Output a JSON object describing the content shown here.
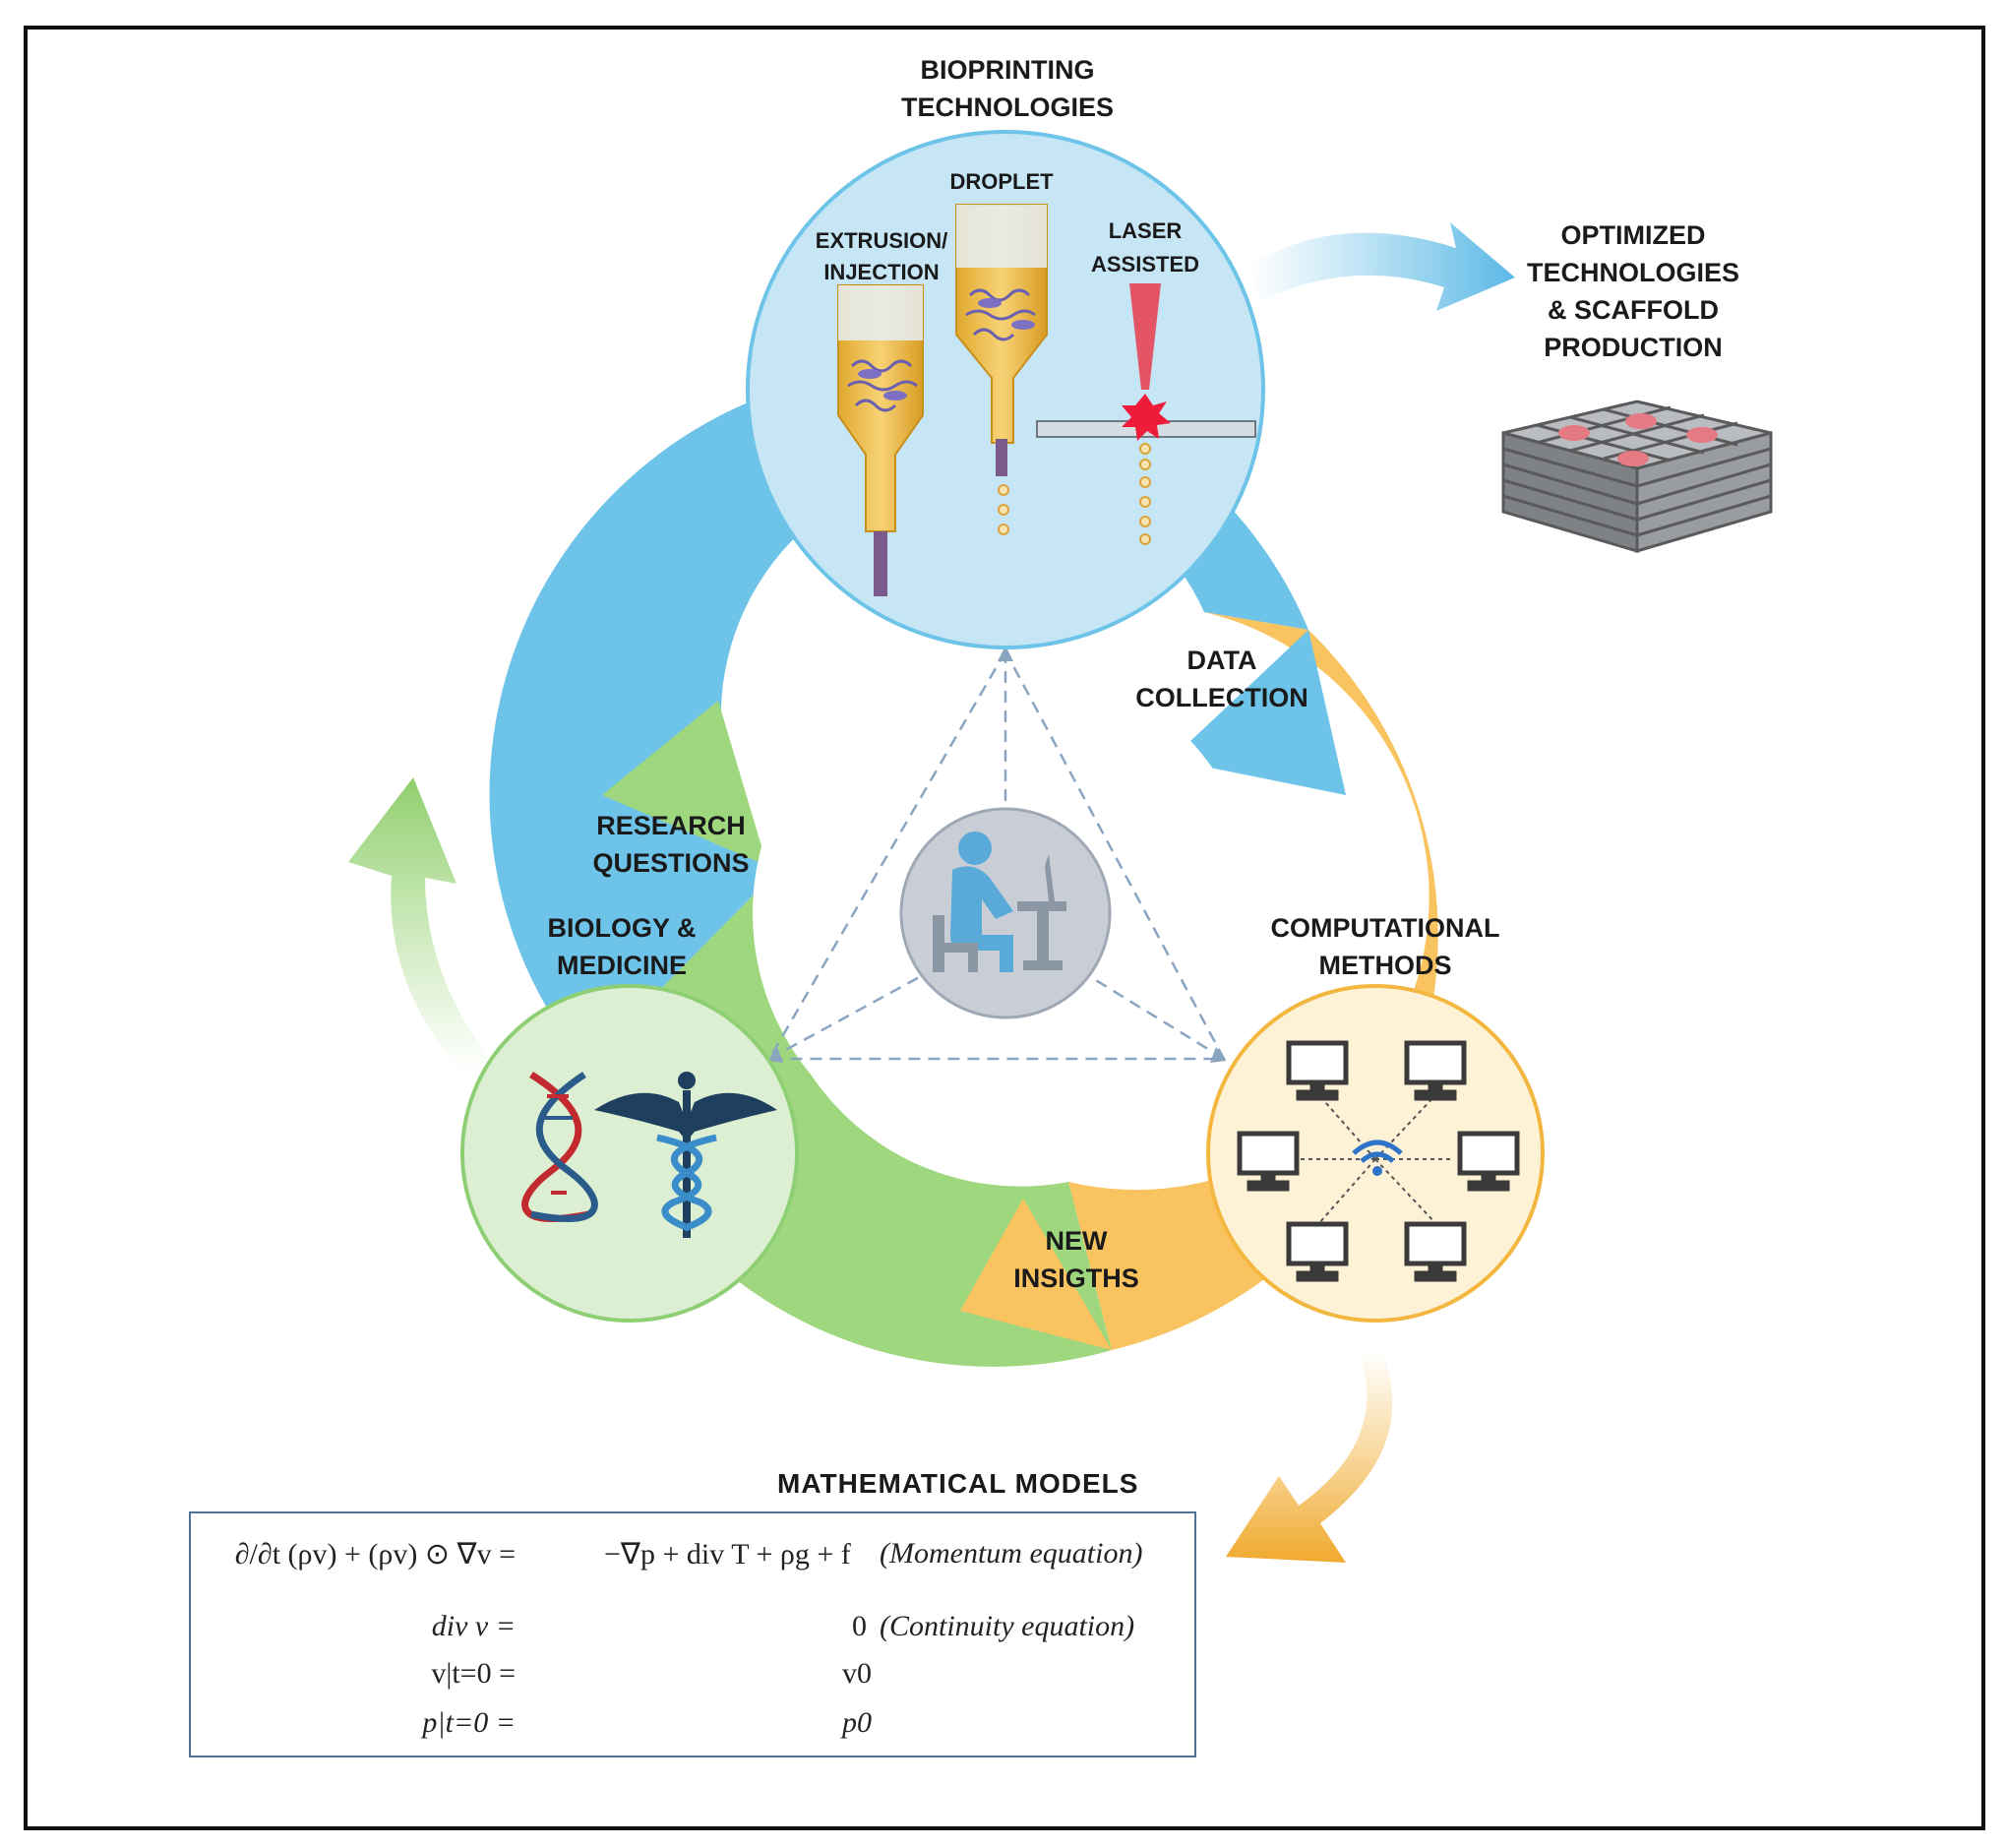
{
  "diagram": {
    "bioprinting": {
      "title_line1": "BIOPRINTING",
      "title_line2": "TECHNOLOGIES",
      "extrusion_line1": "EXTRUSION/",
      "extrusion_line2": "INJECTION",
      "droplet": "DROPLET",
      "laser_line1": "LASER",
      "laser_line2": "ASSISTED"
    },
    "optimized": {
      "line1": "OPTIMIZED",
      "line2": "TECHNOLOGIES",
      "line3": "& SCAFFOLD",
      "line4": "PRODUCTION"
    },
    "data_collection": {
      "line1": "DATA",
      "line2": "COLLECTION"
    },
    "research_questions": {
      "line1": "RESEARCH",
      "line2": "QUESTIONS"
    },
    "biology": {
      "line1": "BIOLOGY &",
      "line2": "MEDICINE"
    },
    "computational": {
      "line1": "COMPUTATIONAL",
      "line2": "METHODS"
    },
    "new_insights": {
      "line1": "NEW",
      "line2": "INSIGTHS"
    },
    "colors": {
      "blue": "#6ec3e8",
      "green": "#9ed77d",
      "orange": "#f9c35f",
      "blue_circle": "#c6e6f6",
      "green_circle": "#dcefd3",
      "orange_circle": "#fdf2d6"
    }
  },
  "math_models": {
    "title": "MATHEMATICAL  MODELS",
    "momentum_lhs": "∂/∂t (ρv) + (ρv) ⊙ ∇v =",
    "momentum_rhs": "−∇p + div T + ρg + f",
    "momentum_name": "(Momentum equation)",
    "continuity_lhs": "div v =",
    "continuity_rhs": "0",
    "continuity_name": "(Continuity equation)",
    "v_init_lhs": "v|t=0 =",
    "v_init_rhs": "v0",
    "p_init_lhs": "p|t=0 =",
    "p_init_rhs": "p0"
  }
}
